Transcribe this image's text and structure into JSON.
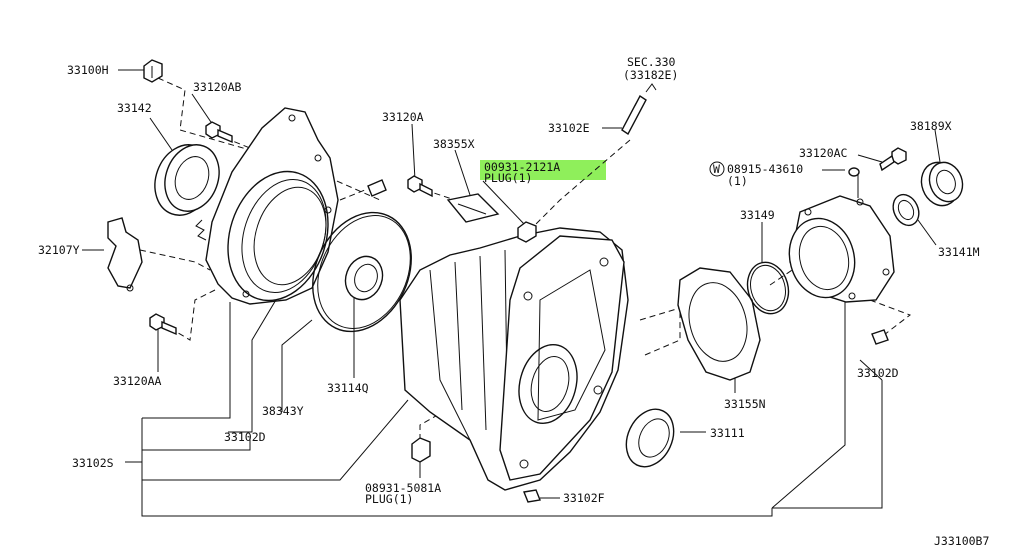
{
  "diagram": {
    "highlight_color": "#8fef5b",
    "labels": {
      "p33100H": "33100H",
      "p33120AB": "33120AB",
      "p33142": "33142",
      "p32107Y": "32107Y",
      "p33120AA": "33120AA",
      "p38343Y": "38343Y",
      "p33102D_left": "33102D",
      "p33102S": "33102S",
      "p33120A": "33120A",
      "p38355X": "38355X",
      "p33114Q": "33114Q",
      "p08931_5081A": "08931-5081A",
      "plug_lower": "PLUG(1)",
      "p33102F": "33102F",
      "sec330": "SEC.330",
      "sec330_ref": "(33182E)",
      "p33102E": "33102E",
      "p00931_2121A": "00931-2121A",
      "plug_upper": "PLUG(1)",
      "p33120AC": "33120AC",
      "p38189X": "38189X",
      "w_mark": "W",
      "p08915_43610": "08915-43610",
      "qty_08915": "(1)",
      "p33149": "33149",
      "p33141M": "33141M",
      "p33155N": "33155N",
      "p33102D_right": "33102D",
      "p33111": "33111",
      "diagram_code": "J33100B7"
    }
  }
}
